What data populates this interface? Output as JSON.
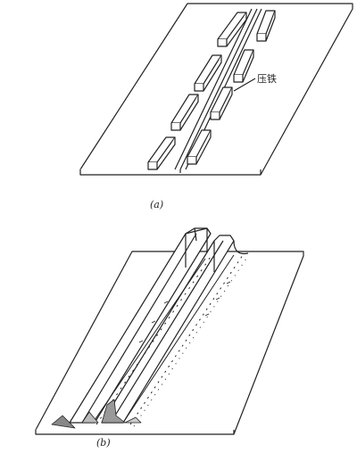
{
  "figure_a": {
    "caption": "(a)",
    "clamp_label": "压铁"
  },
  "figure_b": {
    "caption": "(b)"
  },
  "colors": {
    "ink": "#222222",
    "paper": "#ffffff",
    "shade": "#dcdcdc",
    "dark_shade": "#888888"
  }
}
